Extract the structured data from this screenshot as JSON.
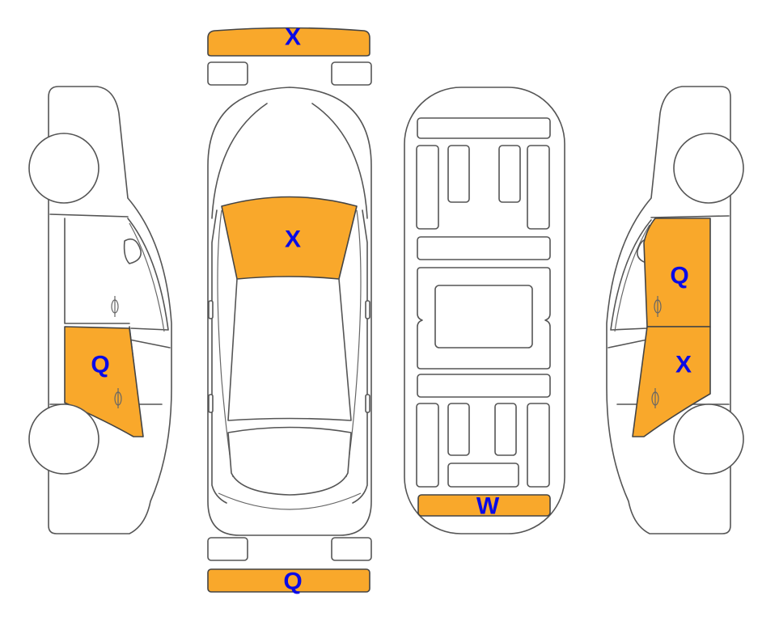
{
  "colors": {
    "damage_fill": "#F9A82B",
    "label_text": "#0A0AE6",
    "outline": "#555555",
    "background": "#FFFFFF"
  },
  "marks": {
    "front_bumper": "X",
    "windshield": "X",
    "rear_bumper": "Q",
    "trunk_floor_rear": "W",
    "left_rear_door": "Q",
    "right_front_door": "Q",
    "right_rear_door": "X"
  }
}
